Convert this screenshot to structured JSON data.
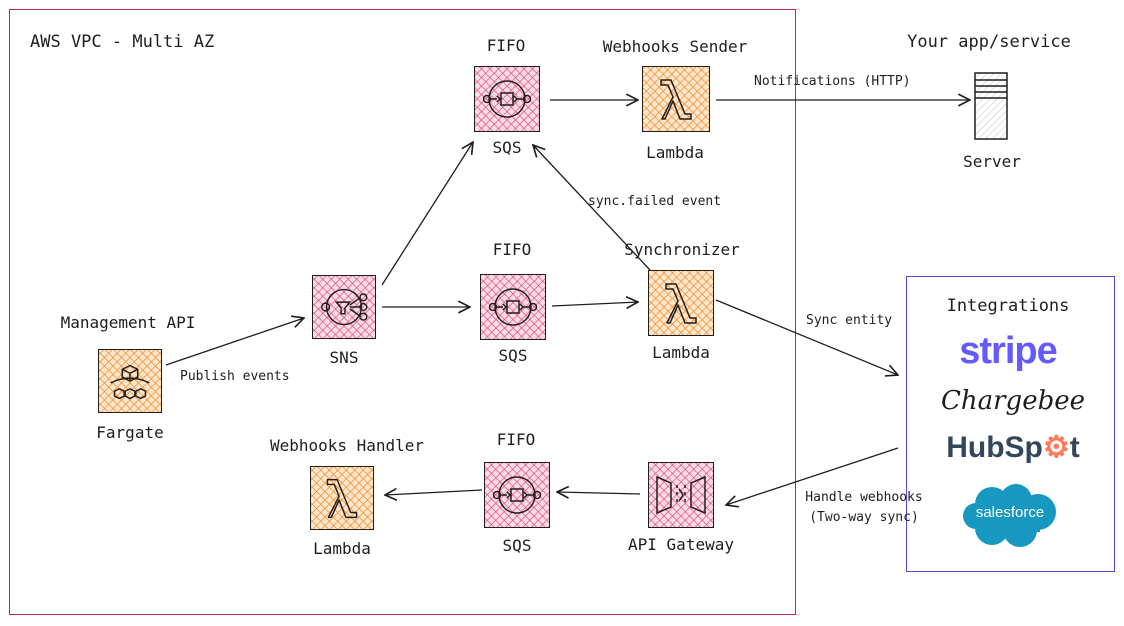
{
  "vpc": {
    "title": "AWS VPC - Multi AZ"
  },
  "integrations": {
    "title": "Integrations",
    "logos": {
      "stripe": "stripe",
      "chargebee": "Chargebee",
      "hubspot_a": "HubSp",
      "hubspot_b": "t",
      "salesforce": "salesforce"
    }
  },
  "nodes": {
    "management_api": {
      "title": "Management API",
      "service": "Fargate"
    },
    "sns": {
      "service": "SNS"
    },
    "queue_top": {
      "title": "FIFO",
      "service": "SQS"
    },
    "queue_mid": {
      "title": "FIFO",
      "service": "SQS"
    },
    "queue_bottom": {
      "title": "FIFO",
      "service": "SQS"
    },
    "webhooks_sender": {
      "title": "Webhooks Sender",
      "service": "Lambda"
    },
    "synchronizer": {
      "title": "Synchronizer",
      "service": "Lambda"
    },
    "webhooks_handler": {
      "title": "Webhooks Handler",
      "service": "Lambda"
    },
    "api_gateway": {
      "service": "API Gateway"
    },
    "your_app": {
      "title": "Your app/service",
      "service": "Server"
    }
  },
  "edges": {
    "publish_events": "Publish events",
    "notifications": "Notifications (HTTP)",
    "sync_failed": "sync.failed event",
    "sync_entity": "Sync entity",
    "handle_webhooks_1": "Handle webhooks",
    "handle_webhooks_2": "(Two-way sync)"
  },
  "colors": {
    "vpc_border": "#c2255c",
    "integrations_border": "#6741d9",
    "pink": "#e03168",
    "orange": "#f78c26",
    "stripe": "#635bff",
    "hubspot": "#33475b",
    "hubspot_accent": "#ff7a59",
    "salesforce": "#1798c1"
  }
}
